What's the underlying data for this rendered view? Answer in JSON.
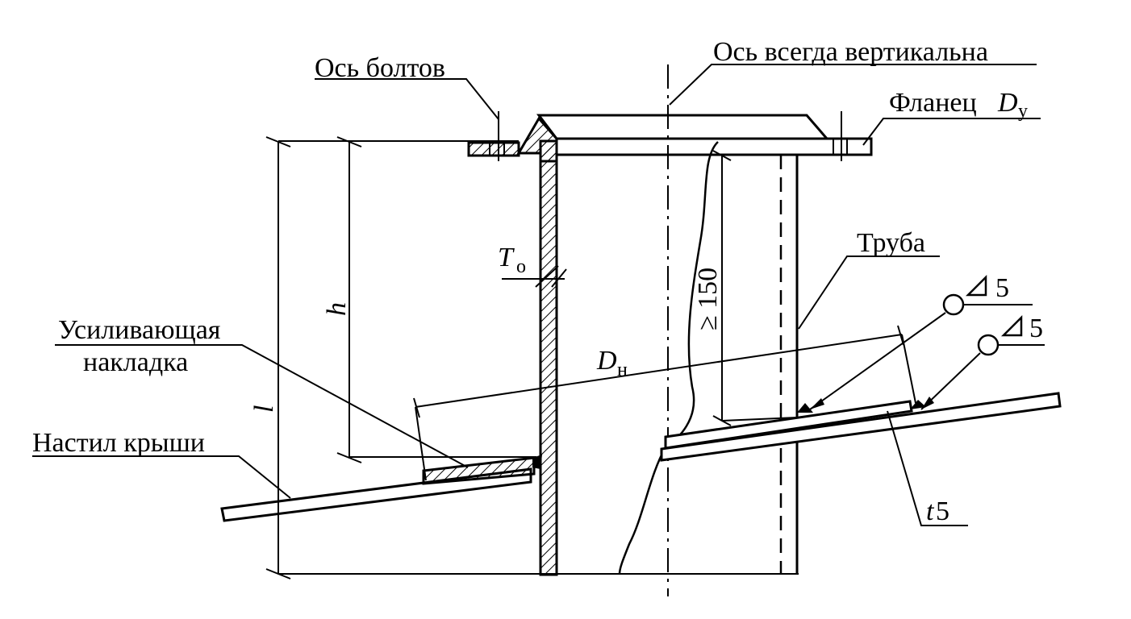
{
  "labels": {
    "bolt_axis": "Ось болтов",
    "vertical_axis": "Ось всегда вертикальна",
    "flange": "Фланец",
    "flange_symbol": "D",
    "flange_subscript": "у",
    "pipe": "Труба",
    "reinforcing_line1": "Усиливающая",
    "reinforcing_line2": "накладка",
    "roof_deck": "Настил крыши",
    "wall_thickness_symbol": "T",
    "wall_thickness_subscript": "о",
    "outer_diameter_symbol": "D",
    "outer_diameter_subscript": "н",
    "height_h": "h",
    "length_l": "l",
    "min_length": "≥ 150",
    "plate_thickness_symbol": "t",
    "plate_thickness_value": "5",
    "weld_1": "5",
    "weld_2": "5"
  },
  "colors": {
    "ink": "#000000",
    "background": "#ffffff"
  }
}
